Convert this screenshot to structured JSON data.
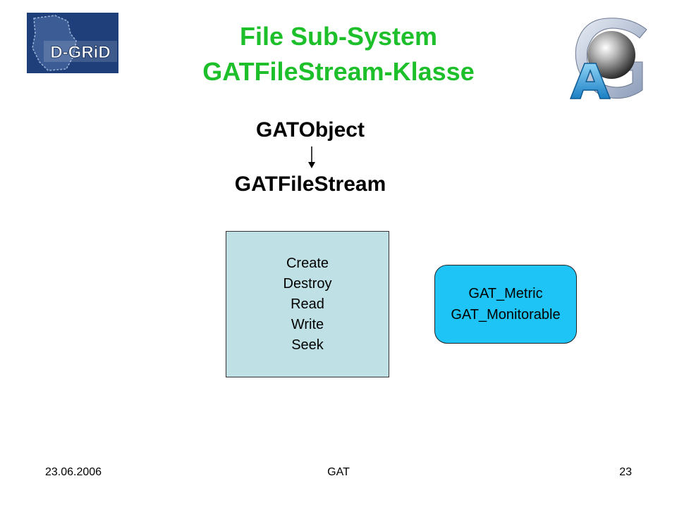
{
  "title": {
    "line1": "File Sub-System",
    "line2": "GATFileStream-Klasse"
  },
  "logos": {
    "left": {
      "text": "D-GRiD",
      "icon": "d-grid-logo"
    },
    "right": {
      "text": "AG",
      "icon": "ag-sphere-logo"
    }
  },
  "diagram": {
    "parent_class": "GATObject",
    "child_class": "GATFileStream",
    "methods": [
      "Create",
      "Destroy",
      "Read",
      "Write",
      "Seek"
    ],
    "interfaces": [
      "GAT_Metric",
      "GAT_Monitorable"
    ]
  },
  "colors": {
    "title": "#1dbf2a",
    "methods_fill": "#bfe0e4",
    "interfaces_fill": "#1ec4f6",
    "logo_bg": "#1e3f7a"
  },
  "footer": {
    "date": "23.06.2006",
    "center": "GAT",
    "page": "23"
  }
}
